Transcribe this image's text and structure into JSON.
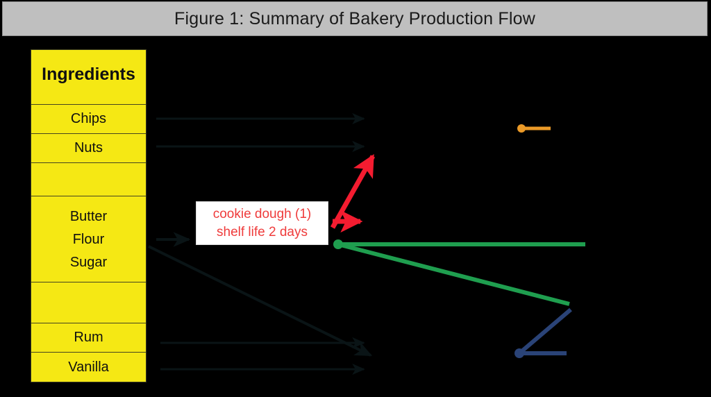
{
  "figure": {
    "title": "Figure 1: Summary of Bakery Production Flow",
    "background_color": "#000000",
    "title_bar_color": "#bfbfbf"
  },
  "ingredients_table": {
    "header": "Ingredients",
    "fill_color": "#f5e814",
    "border_color": "#44441f",
    "rows": [
      {
        "type": "header",
        "label": "Ingredients"
      },
      {
        "type": "single",
        "label": "Chips"
      },
      {
        "type": "single",
        "label": "Nuts"
      },
      {
        "type": "spacer",
        "label": ""
      },
      {
        "type": "triple",
        "items": [
          "Butter",
          "Flour",
          "Sugar"
        ]
      },
      {
        "type": "spacer2",
        "label": ""
      },
      {
        "type": "single",
        "label": "Rum"
      },
      {
        "type": "single",
        "label": "Vanilla"
      }
    ]
  },
  "callout": {
    "line1": "cookie dough (1)",
    "line2": "shelf life 2 days",
    "text_color": "#ef3b3b",
    "box_color": "#ffffff"
  },
  "connectors": {
    "dark_arrow_color": "#0a1416",
    "red_arrow_color": "#f41c30",
    "green_color": "#1f9e4f",
    "blue_color": "#2a4377",
    "orange_color": "#eb9a28",
    "items": [
      {
        "name": "chips-arrow",
        "label": "Chips to process",
        "color": "#0a1416"
      },
      {
        "name": "nuts-arrow",
        "label": "Nuts to process",
        "color": "#0a1416"
      },
      {
        "name": "dough-diagonal-arrow",
        "label": "Butter Flour Sugar to mixing",
        "color": "#0a1416"
      },
      {
        "name": "base-arrow",
        "label": "Base mix feed",
        "color": "#0a1416"
      },
      {
        "name": "rum-arrow",
        "label": "Rum to process",
        "color": "#0a1416"
      },
      {
        "name": "vanilla-arrow",
        "label": "Vanilla to process",
        "color": "#0a1416"
      },
      {
        "name": "dough-up-arrow",
        "label": "cookie dough branch up",
        "color": "#f41c30"
      },
      {
        "name": "dough-right-arrow",
        "label": "cookie dough branch right",
        "color": "#f41c30"
      },
      {
        "name": "green-horizontal-line",
        "label": "green batch horizontal",
        "color": "#1f9e4f"
      },
      {
        "name": "green-diagonal-line",
        "label": "green batch diagonal",
        "color": "#1f9e4f"
      },
      {
        "name": "blue-diagonal-line",
        "label": "blue batch diagonal",
        "color": "#2a4377"
      },
      {
        "name": "blue-horizontal-line",
        "label": "blue batch horizontal",
        "color": "#2a4377"
      },
      {
        "name": "orange-marker-line",
        "label": "orange batch marker",
        "color": "#eb9a28"
      }
    ]
  }
}
